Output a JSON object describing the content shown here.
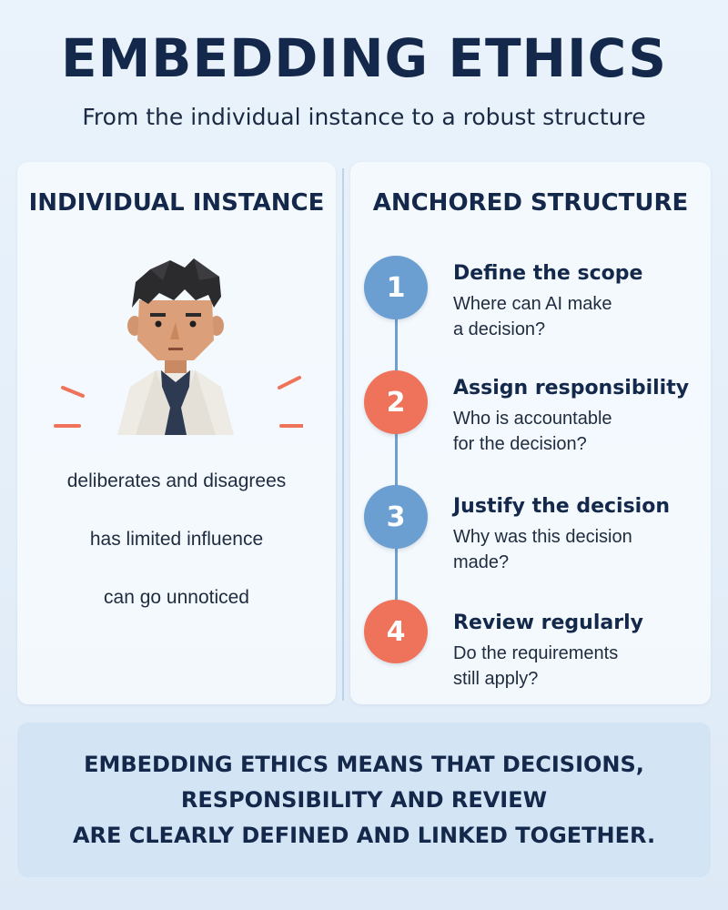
{
  "header": {
    "title": "EMBEDDING ETHICS",
    "subtitle": "From the individual instance to a robust structure"
  },
  "left_panel": {
    "heading": "INDIVIDUAL INSTANCE",
    "illustration": "person-illustration",
    "lines": [
      "deliberates and disagrees",
      "has limited influence",
      "can go unnoticed"
    ]
  },
  "right_panel": {
    "heading": "ANCHORED STRUCTURE",
    "steps": [
      {
        "number": "1",
        "title": "Define the scope",
        "desc_line1": "Where can AI make",
        "desc_line2": "a decision?",
        "color": "#6b9fd2"
      },
      {
        "number": "2",
        "title": "Assign responsibility",
        "desc_line1": "Who is accountable",
        "desc_line2": "for the decision?",
        "color": "#ef735b"
      },
      {
        "number": "3",
        "title": "Justify the decision",
        "desc_line1": "Why was this decision",
        "desc_line2": "made?",
        "color": "#6b9fd2"
      },
      {
        "number": "4",
        "title": "Review regularly",
        "desc_line1": "Do the requirements",
        "desc_line2": "still apply?",
        "color": "#ef735b"
      }
    ]
  },
  "footer": {
    "line1": "EMBEDDING ETHICS MEANS THAT DECISIONS,",
    "line2": "RESPONSIBILITY AND REVIEW",
    "line3": "ARE CLEARLY DEFINED AND LINKED TOGETHER."
  },
  "colors": {
    "navy": "#13284a",
    "blue_accent": "#6b9fd2",
    "coral_accent": "#ef735b",
    "bottom_box": "#d3e4f5"
  }
}
